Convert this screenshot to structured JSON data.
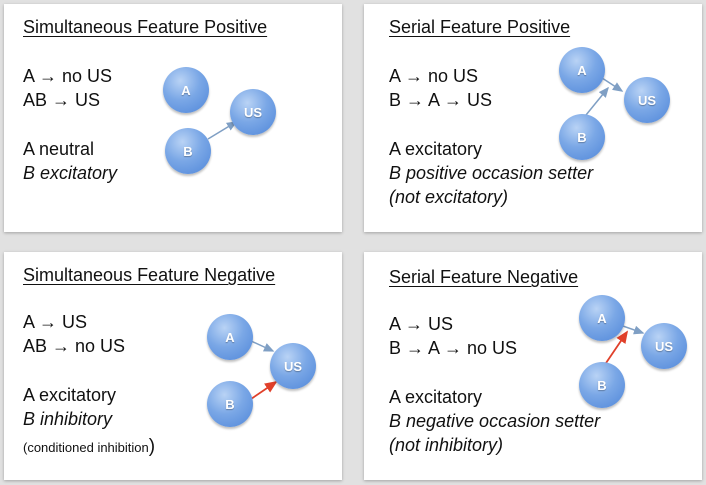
{
  "colors": {
    "background": "#e1e1e1",
    "panel": "#ffffff",
    "node": "#6c9ee2",
    "arrow_excitatory": "#7f9fc4",
    "arrow_inhibitory": "#e0402a"
  },
  "panels": [
    {
      "title": "Simultaneous Feature Positive",
      "trial1": "A → no US",
      "trial2": "AB → US",
      "prop_a": "A neutral",
      "prop_b": "B excitatory",
      "nodes": {
        "a": "A",
        "b": "B",
        "us": "US"
      }
    },
    {
      "title": "Serial Feature Positive",
      "trial1": "A → no US",
      "trial2": "B → A → US",
      "prop_a": "A excitatory",
      "prop_b": "B positive occasion setter",
      "prop_b2": "(not excitatory)",
      "nodes": {
        "a": "A",
        "b": "B",
        "us": "US"
      }
    },
    {
      "title": "Simultaneous Feature Negative",
      "trial1": "A → US",
      "trial2": "AB → no US",
      "prop_a": "A excitatory",
      "prop_b": "B inhibitory",
      "note": "(conditioned inhibition",
      "note_close": ")",
      "nodes": {
        "a": "A",
        "b": "B",
        "us": "US"
      }
    },
    {
      "title": "Serial Feature Negative",
      "trial1": "A → US",
      "trial2": "B → A → no US",
      "prop_a": "A excitatory",
      "prop_b": "B negative occasion setter",
      "prop_b2": "(not inhibitory)",
      "nodes": {
        "a": "A",
        "b": "B",
        "us": "US"
      }
    }
  ]
}
